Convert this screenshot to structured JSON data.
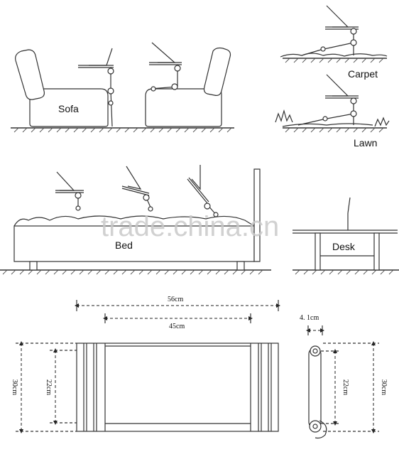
{
  "labels": {
    "sofa": "Sofa",
    "carpet": "Carpet",
    "lawn": "Lawn",
    "bed": "Bed",
    "desk": "Desk"
  },
  "dimensions": {
    "length_outer": "56cm",
    "length_inner": "45cm",
    "height_outer": "30cm",
    "height_inner": "22cm",
    "side_outer": "30cm",
    "side_inner": "22cm",
    "thickness": "4. 1cm"
  },
  "watermark": "trade.china.cn"
}
